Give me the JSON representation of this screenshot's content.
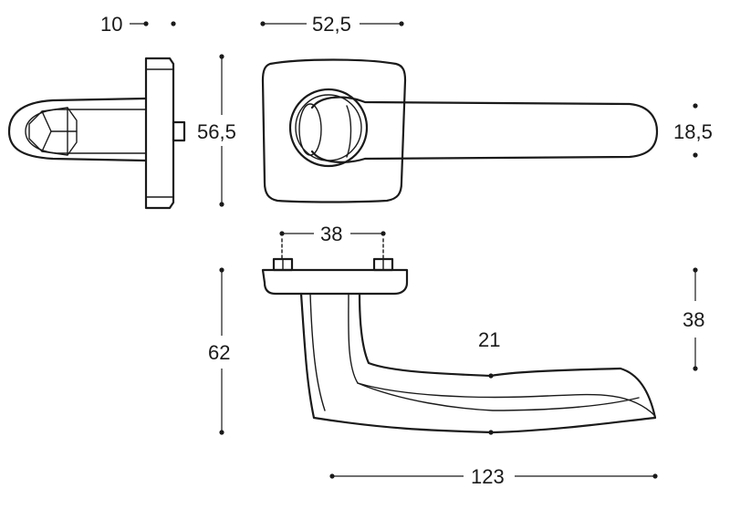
{
  "dimensions": {
    "rose_thickness": "10",
    "rose_width": "52,5",
    "rose_height": "56,5",
    "lever_diameter": "18,5",
    "fixing_distance": "38",
    "total_height": "62",
    "lever_drop": "38",
    "lever_section": "21",
    "lever_length": "123"
  }
}
